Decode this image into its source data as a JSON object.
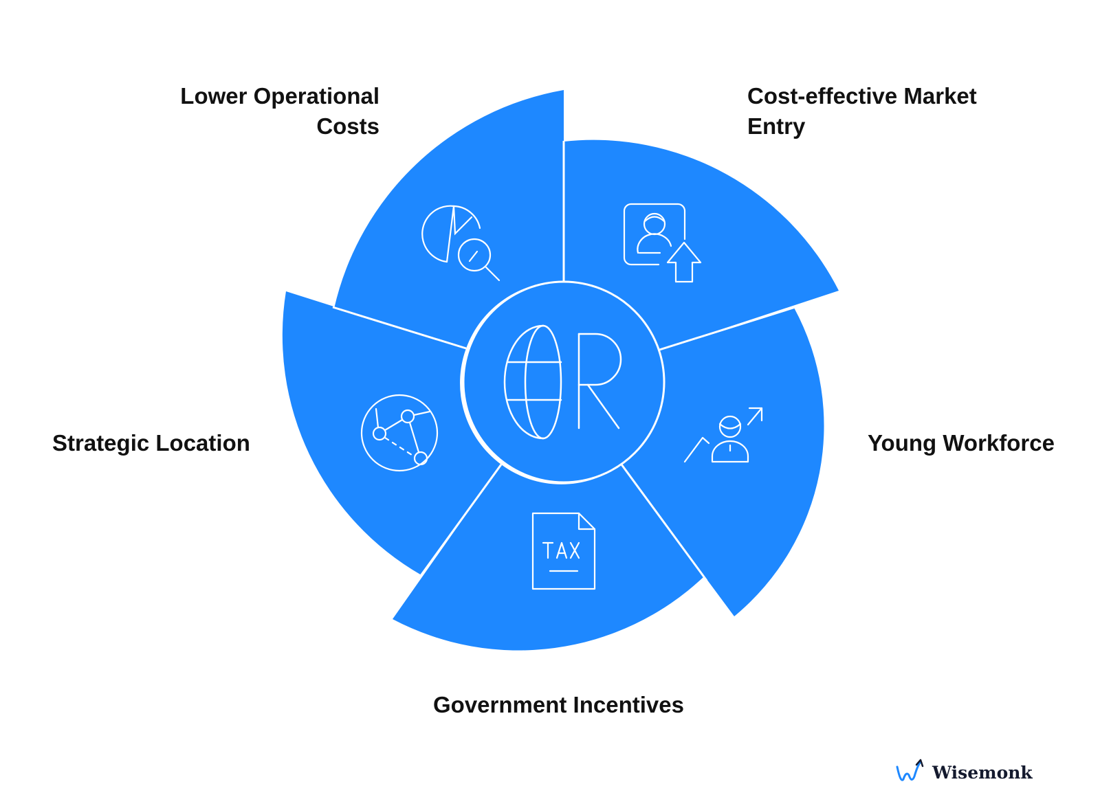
{
  "segments": [
    {
      "id": "lower-operational-costs",
      "lines": [
        "Lower Operational",
        "Costs"
      ],
      "icon": "pie-chart-magnifier-icon"
    },
    {
      "id": "cost-effective-market-entry",
      "lines": [
        "Cost-effective Market",
        "Entry"
      ],
      "icon": "person-upload-icon"
    },
    {
      "id": "young-workforce",
      "lines": [
        "Young Workforce"
      ],
      "icon": "person-growth-icon"
    },
    {
      "id": "government-incentives",
      "lines": [
        "Government Incentives"
      ],
      "icon": "tax-document-icon"
    },
    {
      "id": "strategic-location",
      "lines": [
        "Strategic Location"
      ],
      "icon": "globe-route-icon"
    }
  ],
  "center": {
    "icon": "er-globe-logo-icon"
  },
  "brand": {
    "name": "Wisemonk",
    "icon": "wisemonk-logo-icon"
  },
  "colors": {
    "segment": "#1E88FF",
    "stroke": "#ffffff",
    "text": "#111111",
    "brand_text": "#141a2e",
    "brand_icon": "#1E88FF"
  }
}
